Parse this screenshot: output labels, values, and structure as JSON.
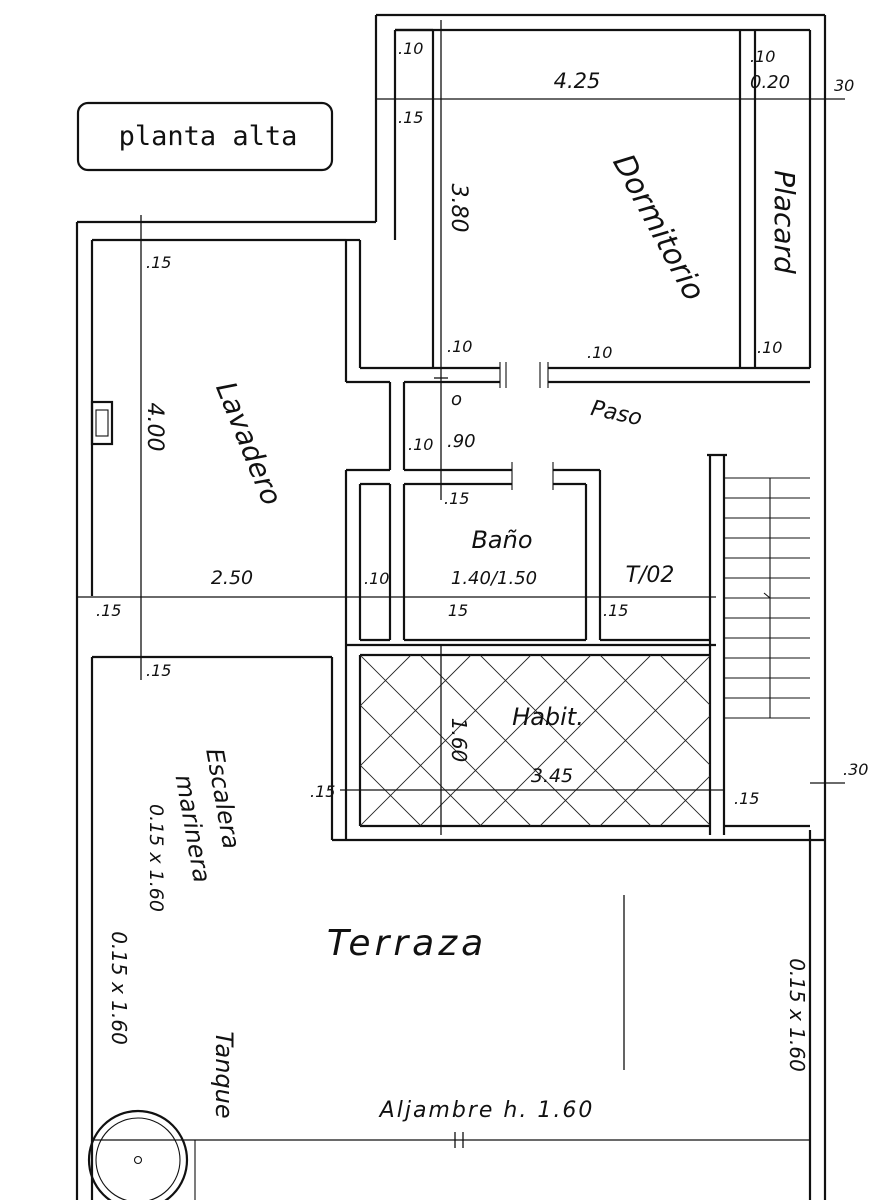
{
  "title": "planta alta",
  "rooms": {
    "dormitorio": "Dormitorio",
    "placard": "Placard",
    "lavadero": "Lavadero",
    "paso": "Paso",
    "bano": "Baño",
    "habit": "Habit.",
    "terraza": "Terraza",
    "tanque": "Tanque",
    "escalera1": "Escalera",
    "escalera2": "marinera",
    "escalera3": "0.15 x 1.60",
    "tlabel": "T/02"
  },
  "dims": {
    "d_10a": ".10",
    "d_10b": ".10",
    "d_425": "4.25",
    "d_020": "0.20",
    "d_30": "30",
    "d_15a": ".15",
    "d_380": "3.80",
    "d_15b": ".15",
    "d_10c": ".10",
    "d_10d": ".10",
    "d_10e": ".10",
    "d_o": "o",
    "d_400": "4.00",
    "d_10f": ".10",
    "d_90": ".90",
    "d_15c": ".15",
    "d_250": "2.50",
    "d_10g": ".10",
    "d_140": "1.40/1.50",
    "d_15d": ".15",
    "d_15e": "15",
    "d_15f": ".15",
    "d_15g": ".15",
    "d_160": "1.60",
    "d_345": "3.45",
    "d_15h": ".15",
    "d_15i": ".15",
    "d_30b": ".30",
    "left_dim": "0.15 x 1.60",
    "right_dim": "0.15 x 1.60",
    "aljambre": "Aljambre h. 1.60"
  }
}
